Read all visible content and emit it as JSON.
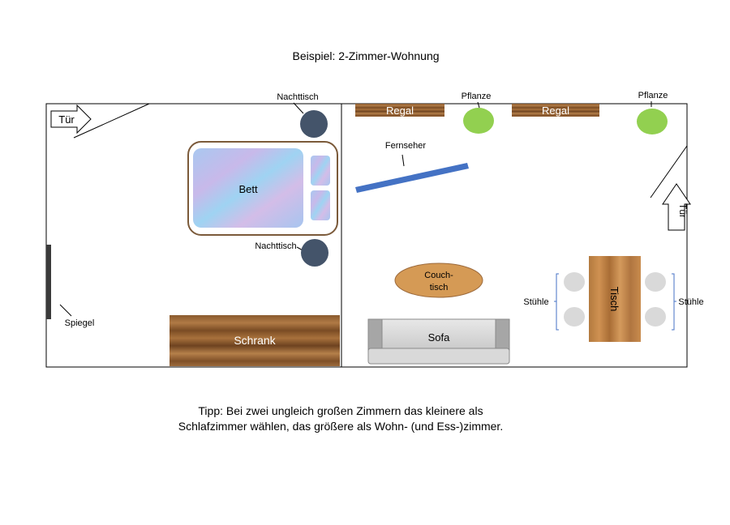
{
  "title": "Beispiel: 2-Zimmer-Wohnung",
  "bedroom": {
    "door_label": "Tür",
    "nightstand_top_label": "Nachttisch",
    "nightstand_bottom_label": "Nachttisch",
    "bed_label": "Bett",
    "mirror_label": "Spiegel",
    "wardrobe_label": "Schrank"
  },
  "living": {
    "shelf_left_label": "Regal",
    "shelf_right_label": "Regal",
    "plant_left_label": "Pflanze",
    "plant_right_label": "Pflanze",
    "tv_label": "Fernseher",
    "door_label": "Tür",
    "coffee_table_line1": "Couch-",
    "coffee_table_line2": "tisch",
    "sofa_label": "Sofa",
    "table_label": "Tisch",
    "chairs_left_label": "Stühle",
    "chairs_right_label": "Stühle"
  },
  "tip_line1": "Tipp: Bei zwei ungleich großen Zimmern das kleinere als",
  "tip_line2": "Schlafzimmer wählen, das größere als Wohn- (und Ess-)zimmer.",
  "colors": {
    "wall": "#000000",
    "nightstand": "#44546a",
    "plant": "#92d050",
    "tv": "#4472c4",
    "wood": "#9c6a3c",
    "coffee_table": "#d59a55",
    "chair": "#d9d9d9",
    "bracket": "#4472c4",
    "bed_frame": "#7b5a3a"
  }
}
